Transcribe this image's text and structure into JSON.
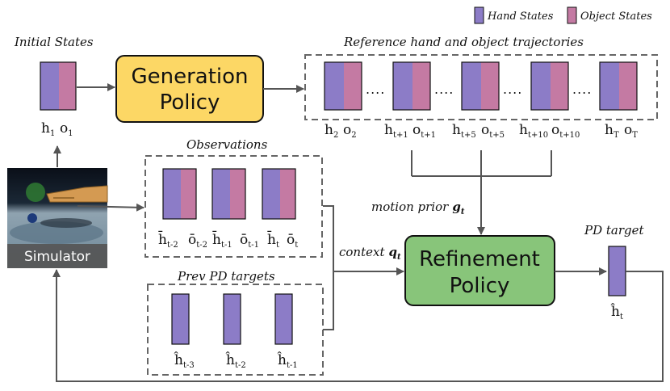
{
  "legend": {
    "hand_label": "Hand States",
    "object_label": "Object States",
    "hand_color": "#8c7cc7",
    "object_color": "#c47aa3"
  },
  "labels": {
    "initial_states": "Initial States",
    "reference": "Reference hand and object trajectories",
    "observations": "Observations",
    "prev_pd": "Prev PD targets",
    "pd_target": "PD target",
    "motion_prior": "motion prior",
    "motion_prior_symbol": "g",
    "motion_prior_sub": "t",
    "context": "context",
    "context_symbol": "q",
    "context_sub": "t",
    "simulator": "Simulator"
  },
  "generation_policy": {
    "line1": "Generation",
    "line2": "Policy",
    "color": "#fcd765"
  },
  "refinement_policy": {
    "line1": "Refinement",
    "line2": "Policy",
    "color": "#88c57a"
  },
  "initial": [
    {
      "base": "h",
      "sub": "1"
    },
    {
      "base": "o",
      "sub": "1"
    }
  ],
  "reference_items": [
    [
      {
        "base": "h",
        "sub": "2"
      },
      {
        "base": "o",
        "sub": "2"
      }
    ],
    [
      {
        "base": "h",
        "sub": "t+1"
      },
      {
        "base": "o",
        "sub": "t+1"
      }
    ],
    [
      {
        "base": "h",
        "sub": "t+5"
      },
      {
        "base": "o",
        "sub": "t+5"
      }
    ],
    [
      {
        "base": "h",
        "sub": "t+10"
      },
      {
        "base": "o",
        "sub": "t+10"
      }
    ],
    [
      {
        "base": "h",
        "sub": "T"
      },
      {
        "base": "o",
        "sub": "T"
      }
    ]
  ],
  "dots": "....",
  "observation_items": [
    [
      {
        "base": "h̄",
        "sub": "t-2"
      },
      {
        "base": "ō",
        "sub": "t-2"
      }
    ],
    [
      {
        "base": "h̄",
        "sub": "t-1"
      },
      {
        "base": "ō",
        "sub": "t-1"
      }
    ],
    [
      {
        "base": "h̄",
        "sub": "t"
      },
      {
        "base": "ō",
        "sub": "t"
      }
    ]
  ],
  "prev_pd_items": [
    {
      "base": "ĥ",
      "sub": "t-3"
    },
    {
      "base": "ĥ",
      "sub": "t-2"
    },
    {
      "base": "ĥ",
      "sub": "t-1"
    }
  ],
  "pd_target_item": {
    "base": "ĥ",
    "sub": "t"
  }
}
